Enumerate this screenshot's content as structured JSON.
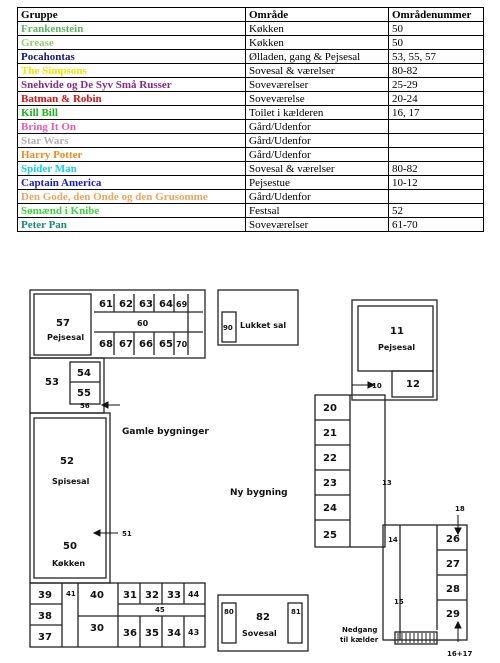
{
  "table": {
    "headers": [
      "Gruppe",
      "Område",
      "Områdenummer"
    ],
    "rows": [
      {
        "group": "Frankenstein",
        "color": "#5fb760",
        "area": "Køkken",
        "number": "50"
      },
      {
        "group": "Grease",
        "color": "#8fd06a",
        "area": "Køkken",
        "number": "50"
      },
      {
        "group": "Pocahontas",
        "color": "#14148c",
        "area": "Ølladen, gang & Pejsesal",
        "number": "53, 55, 57"
      },
      {
        "group": "The Simpsons",
        "color": "#f2e600",
        "area": "Sovesal & værelser",
        "number": "80-82"
      },
      {
        "group": "Snehvide og De Syv Små Russer",
        "color": "#8a2a8a",
        "area": "Soveværelser",
        "number": "25-29"
      },
      {
        "group": "Batman & Robin",
        "color": "#e01010",
        "area": "Soveværelse",
        "number": "20-24"
      },
      {
        "group": "Kill Bill",
        "color": "#17b317",
        "area": "Toilet i kælderen",
        "number": "16, 17"
      },
      {
        "group": "Bring It On",
        "color": "#f05aa8",
        "area": "Gård/Udenfor",
        "number": ""
      },
      {
        "group": "Star Wars",
        "color": "#b0b0b0",
        "area": "Gård/Udenfor",
        "number": ""
      },
      {
        "group": "Harry Potter",
        "color": "#f08a1e",
        "area": "Gård/Udenfor",
        "number": ""
      },
      {
        "group": "Spider Man",
        "color": "#12d2e6",
        "area": "Sovesal & værelser",
        "number": "80-82"
      },
      {
        "group": "Captain America",
        "color": "#1a1ad2",
        "area": "Pejsestue",
        "number": "10-12"
      },
      {
        "group": "Den Gode, den Onde og den Grusomme",
        "color": "#f2a35c",
        "area": "Gård/Udenfor",
        "number": ""
      },
      {
        "group": "Sømænd i Knibe",
        "color": "#3ad63a",
        "area": "Festsal",
        "number": "52"
      },
      {
        "group": "Peter Pan",
        "color": "#178a78",
        "area": "Soveværelser",
        "number": "61-70"
      }
    ]
  },
  "plan": {
    "labels": {
      "old_buildings": "Gamle bygninger",
      "new_building": "Ny bygning",
      "lukket_sal": "Lukket sal",
      "pejsesal": "Pejsesal",
      "spisesal": "Spisesal",
      "kokken": "Køkken",
      "sovesal": "Sovesal",
      "stairs": "Nedgang\ntil kælder"
    },
    "numbers": {
      "r57": "57",
      "r61": "61",
      "r62": "62",
      "r63": "63",
      "r64": "64",
      "r69": "69",
      "r60": "60",
      "r68": "68",
      "r67": "67",
      "r66": "66",
      "r65": "65",
      "r70": "70",
      "r90": "90",
      "r11": "11",
      "r12": "12",
      "r10": "10",
      "r53": "53",
      "r54": "54",
      "r55": "55",
      "r56": "56",
      "r52": "52",
      "r51": "51",
      "r50": "50",
      "r20": "20",
      "r21": "21",
      "r22": "22",
      "r23": "23",
      "r24": "24",
      "r25": "25",
      "r13": "13",
      "r14": "14",
      "r15": "15",
      "r18": "18",
      "r26": "26",
      "r27": "27",
      "r28": "28",
      "r29": "29",
      "r1617": "16+17",
      "r39": "39",
      "r41": "41",
      "r40": "40",
      "r31": "31",
      "r32": "32",
      "r33": "33",
      "r44": "44",
      "r38": "38",
      "r37": "37",
      "r30": "30",
      "r36": "36",
      "r35": "35",
      "r34": "34",
      "r43": "43",
      "r45": "45",
      "r80": "80",
      "r82": "82",
      "r81": "81"
    }
  }
}
